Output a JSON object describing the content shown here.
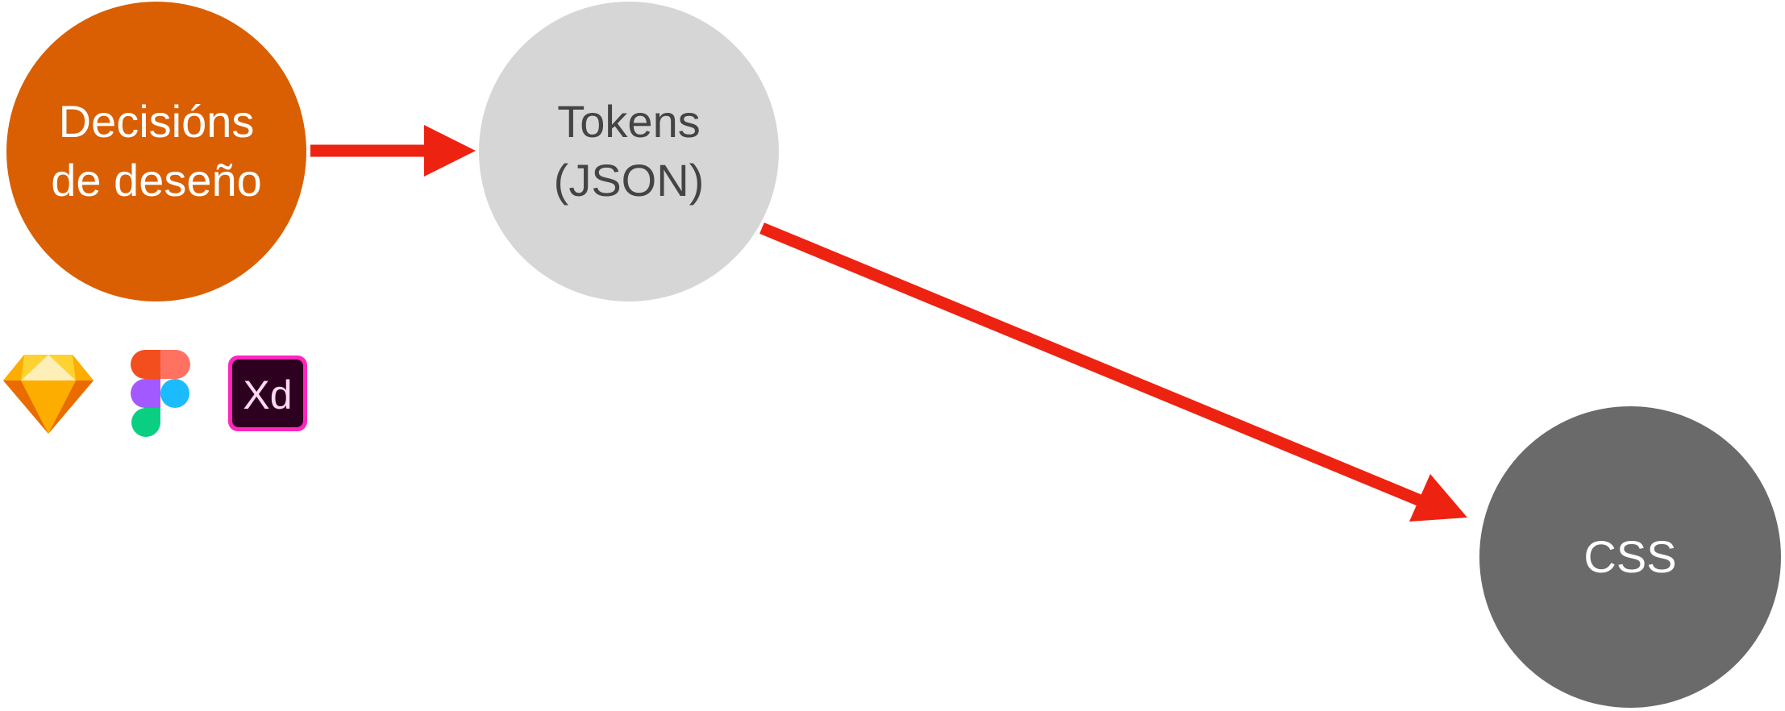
{
  "diagram": {
    "nodes": {
      "decisions": {
        "label": "Decisións\nde deseño",
        "fill": "#D95F02",
        "text_color": "#FFFFFF"
      },
      "tokens": {
        "label": "Tokens\n(JSON)",
        "fill": "#D6D6D6",
        "text_color": "#444444"
      },
      "css": {
        "label": "CSS",
        "fill": "#6A6A6A",
        "text_color": "#FFFFFF"
      }
    },
    "edges": [
      {
        "from": "decisions",
        "to": "tokens",
        "color": "#EE2211"
      },
      {
        "from": "tokens",
        "to": "css",
        "color": "#EE2211"
      }
    ],
    "tools": [
      {
        "name": "sketch-icon"
      },
      {
        "name": "figma-icon"
      },
      {
        "name": "adobe-xd-icon",
        "label": "Xd"
      }
    ]
  }
}
